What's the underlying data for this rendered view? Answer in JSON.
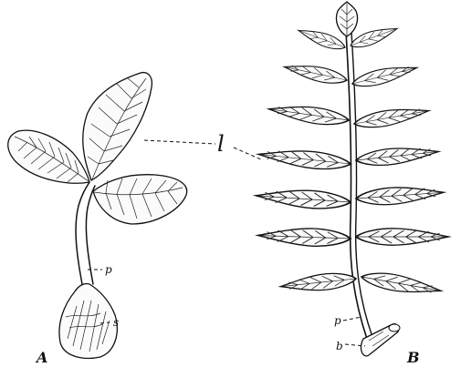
{
  "figure": {
    "panel_a": {
      "letter": "A",
      "labels": {
        "petiole": "p",
        "sheath": "s"
      }
    },
    "panel_b": {
      "letter": "B",
      "labels": {
        "petiole": "p",
        "bud": "b"
      }
    },
    "shared": {
      "leaflets": "l"
    }
  }
}
